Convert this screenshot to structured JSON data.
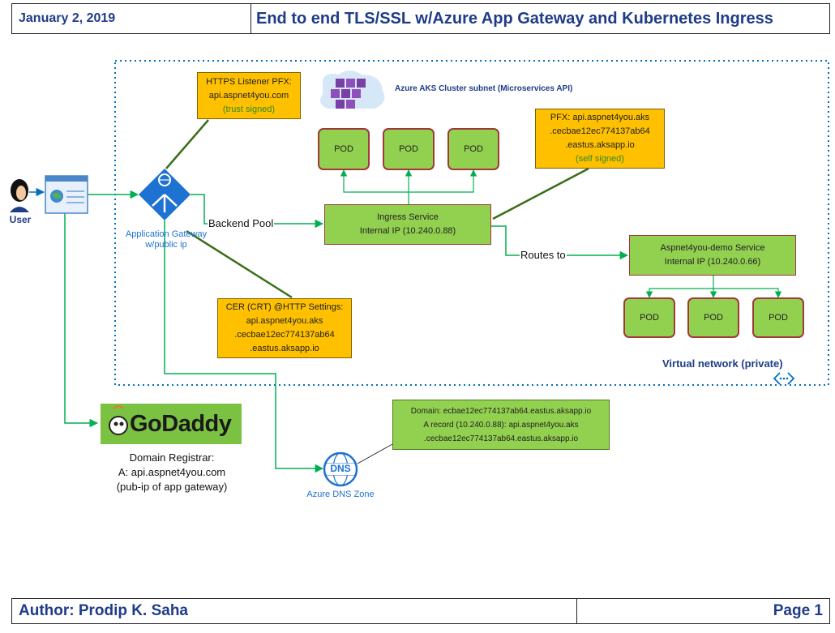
{
  "header": {
    "date": "January 2, 2019",
    "title": "End to end TLS/SSL w/Azure App Gateway and Kubernetes Ingress"
  },
  "footer": {
    "author": "Author: Prodip K. Saha",
    "page": "Page 1"
  },
  "user": {
    "label": "User"
  },
  "app_gateway": {
    "label_line1": "Application Gateway",
    "label_line2": "w/public ip"
  },
  "https_listener_note": {
    "line1": "HTTPS Listener PFX:",
    "line2": "api.aspnet4you.com",
    "line3": "(trust signed)"
  },
  "http_settings_note": {
    "line1": "CER (CRT) @HTTP Settings:",
    "line2": "api.aspnet4you.aks",
    "line3": ".cecbae12ec774137ab64",
    "line4": ".eastus.aksapp.io"
  },
  "aks_subnet": {
    "label": "Azure AKS Cluster subnet (Microservices API)"
  },
  "pfx_note": {
    "line1": "PFX: api.aspnet4you.aks",
    "line2": ".cecbae12ec774137ab64",
    "line3": ".eastus.aksapp.io",
    "line4": "(self signed)"
  },
  "pods_top": [
    "POD",
    "POD",
    "POD"
  ],
  "pods_bottom": [
    "POD",
    "POD",
    "POD"
  ],
  "ingress_service": {
    "line1": "Ingress Service",
    "line2": "Internal IP (10.240.0.88)"
  },
  "demo_service": {
    "line1": "Aspnet4you-demo Service",
    "line2": "Internal IP (10.240.0.66)"
  },
  "edge_labels": {
    "backend_pool": "Backend Pool",
    "routes_to": "Routes to"
  },
  "vnet": {
    "label": "Virtual network (private)"
  },
  "godaddy": {
    "logo": "GoDaddy",
    "line1": "Domain Registrar:",
    "line2": "A: api.aspnet4you.com",
    "line3": "(pub-ip of app gateway)"
  },
  "dns_zone": {
    "icon_text": "DNS",
    "label": "Azure DNS Zone",
    "line1": "Domain: ecbae12ec774137ab64.eastus.aksapp.io",
    "line2": "A record (10.240.0.88): api.aspnet4you.aks",
    "line3": ".cecbae12ec774137ab64.eastus.aksapp.io"
  },
  "colors": {
    "header_text": "#1f3c88",
    "arrow_green": "#00b050",
    "vnet_border": "#0070c0",
    "note_fill": "#ffc000",
    "box_fill": "#92d050",
    "box_border": "#a33838",
    "azure_blue": "#0078d4"
  }
}
